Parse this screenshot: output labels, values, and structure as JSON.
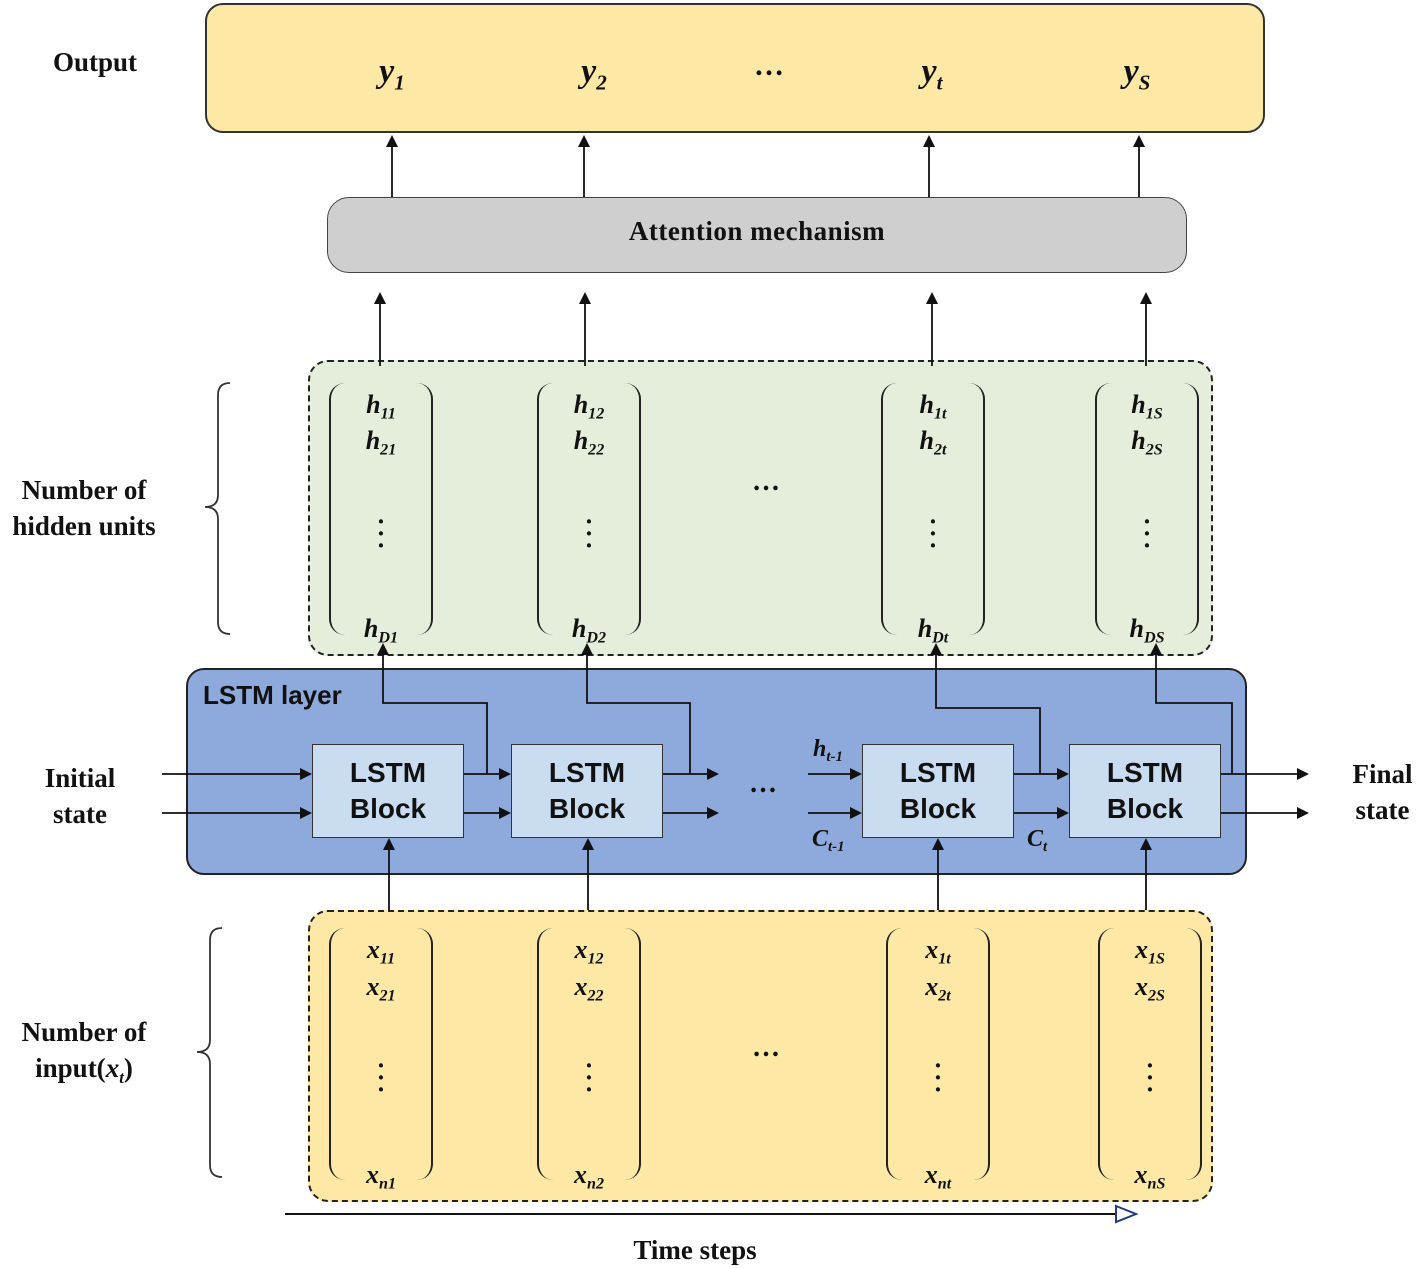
{
  "output": {
    "label": "Output",
    "cells": [
      {
        "base": "y",
        "sub": "1"
      },
      {
        "base": "y",
        "sub": "2"
      },
      {
        "base": "…",
        "sub": ""
      },
      {
        "base": "y",
        "sub": "t"
      },
      {
        "base": "y",
        "sub": "S"
      }
    ]
  },
  "attention": {
    "label": "Attention mechanism"
  },
  "hidden": {
    "label_line1": "Number of",
    "label_line2": "hidden units",
    "ellipsis": "…",
    "columns": [
      {
        "top": "h",
        "top_sub": "11",
        "second": "h",
        "second_sub": "21",
        "bottom": "h",
        "bottom_sub": "D1"
      },
      {
        "top": "h",
        "top_sub": "12",
        "second": "h",
        "second_sub": "22",
        "bottom": "h",
        "bottom_sub": "D2"
      },
      {
        "top": "h",
        "top_sub": "1t",
        "second": "h",
        "second_sub": "2t",
        "bottom": "h",
        "bottom_sub": "Dt"
      },
      {
        "top": "h",
        "top_sub": "1S",
        "second": "h",
        "second_sub": "2S",
        "bottom": "h",
        "bottom_sub": "DS"
      }
    ]
  },
  "lstm_layer": {
    "label": "LSTM layer",
    "block_line1": "LSTM",
    "block_line2": "Block",
    "ellipsis": "…",
    "h_prev": {
      "base": "h",
      "sub": "t-1"
    },
    "c_prev": {
      "base": "C",
      "sub": "t-1"
    },
    "c_t": {
      "base": "C",
      "sub": "t"
    }
  },
  "initial_state": {
    "line1": "Initial",
    "line2": "state"
  },
  "final_state": {
    "line1": "Final",
    "line2": "state"
  },
  "input": {
    "label_line1": "Number of",
    "label_line2": "input(",
    "label_var": "x",
    "label_var_sub": "t",
    "label_close": ")",
    "ellipsis": "…",
    "columns": [
      {
        "top": "x",
        "top_sub": "11",
        "second": "x",
        "second_sub": "21",
        "bottom": "x",
        "bottom_sub": "n1"
      },
      {
        "top": "x",
        "top_sub": "12",
        "second": "x",
        "second_sub": "22",
        "bottom": "x",
        "bottom_sub": "n2"
      },
      {
        "top": "x",
        "top_sub": "1t",
        "second": "x",
        "second_sub": "2t",
        "bottom": "x",
        "bottom_sub": "nt"
      },
      {
        "top": "x",
        "top_sub": "1S",
        "second": "x",
        "second_sub": "2S",
        "bottom": "x",
        "bottom_sub": "nS"
      }
    ]
  },
  "time_axis": {
    "label": "Time steps"
  },
  "colors": {
    "output_fill": "#fde8a6",
    "attention_fill": "#cfcfcf",
    "hidden_fill": "#e4eedb",
    "lstm_layer_fill": "#8eaadc",
    "lstm_block_fill": "#c9dcf0",
    "input_fill": "#fde8a6"
  }
}
